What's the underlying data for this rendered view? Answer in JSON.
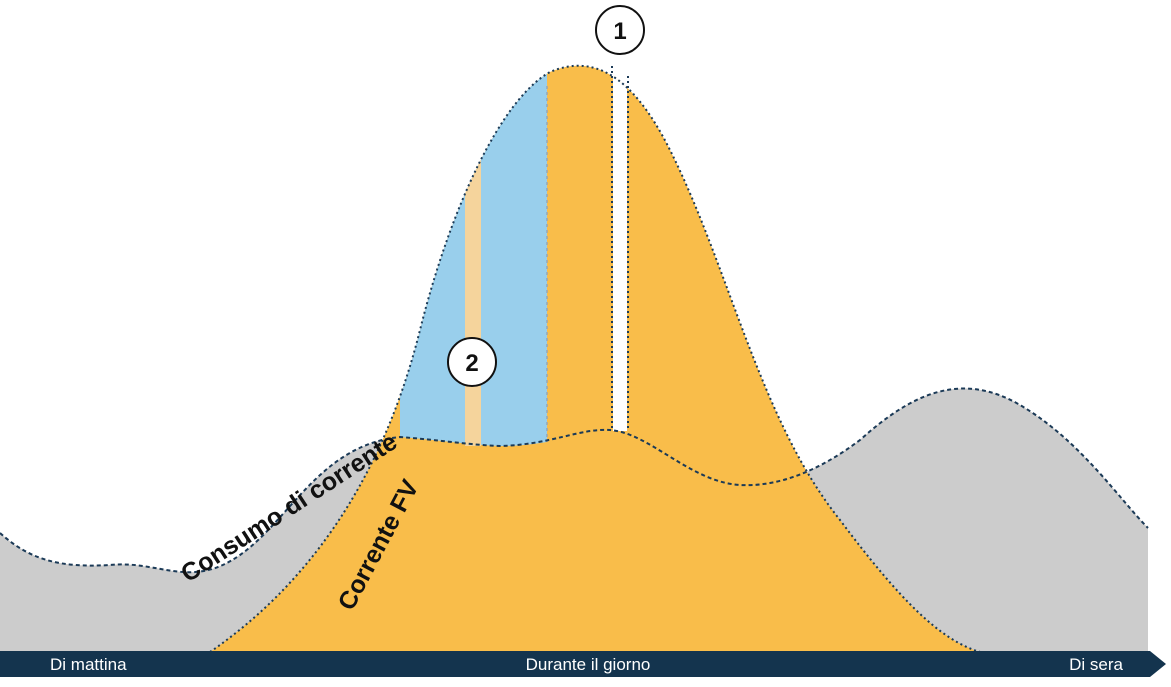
{
  "axis": {
    "start_label": "Di mattina",
    "middle_label": "Durante il giorno",
    "end_label": "Di sera"
  },
  "curves": {
    "consumption_label": "Consumo di corrente",
    "pv_label": "Corrente FV"
  },
  "markers": {
    "marker_1": "1",
    "marker_2": "2"
  },
  "colors": {
    "consumption_fill": "#cccccc",
    "pv_fill": "#f9bd4a",
    "battery_fill": "#99cfec",
    "pale_band_fill": "#f5d49c",
    "axis_bar": "#14344e",
    "dotted_line": "#1b3a57"
  }
}
